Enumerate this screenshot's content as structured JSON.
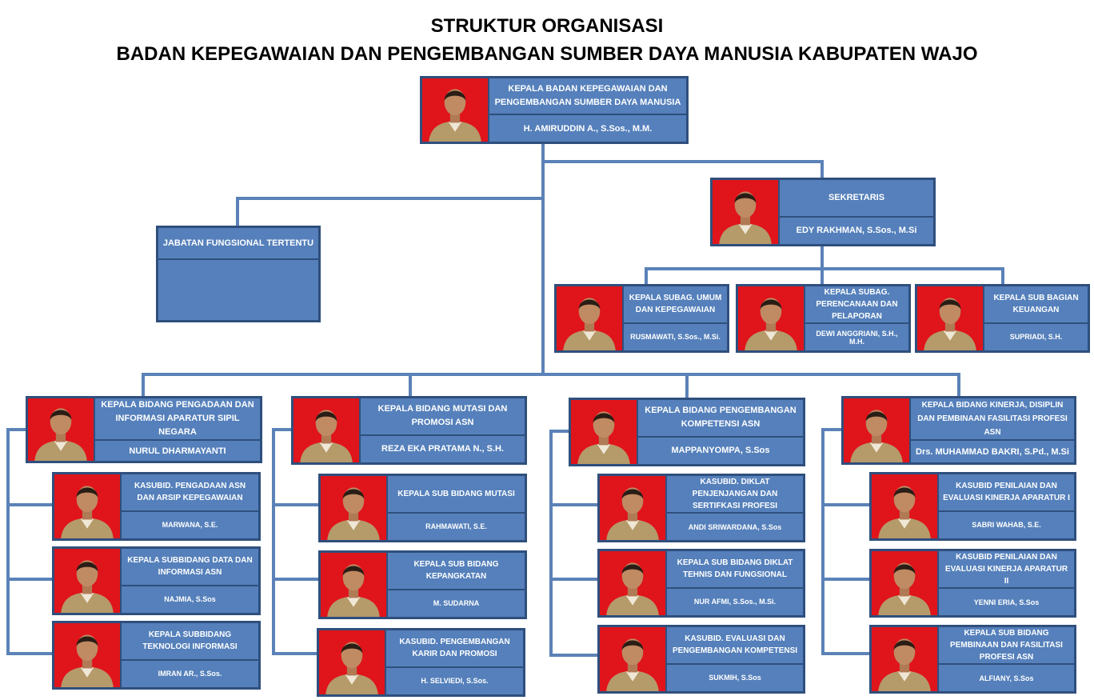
{
  "title": {
    "line1": "STRUKTUR ORGANISASI",
    "line2": "BADAN KEPEGAWAIAN DAN PENGEMBANGAN SUMBER DAYA MANUSIA KABUPATEN WAJO"
  },
  "head": {
    "position": "KEPALA BADAN KEPEGAWAIAN DAN PENGEMBANGAN SUMBER DAYA MANUSIA",
    "name": "H. AMIRUDDIN A., S.Sos., M.M."
  },
  "fungsional": {
    "position": "JABATAN FUNGSIONAL TERTENTU",
    "name": ""
  },
  "sekretaris": {
    "position": "SEKRETARIS",
    "name": "EDY RAKHMAN, S.Sos., M.Si"
  },
  "subbagian": [
    {
      "position": "KEPALA SUBAG. UMUM DAN KEPEGAWAIAN",
      "name": "RUSMAWATI, S.Sos., M.Si."
    },
    {
      "position": "KEPALA SUBAG. PERENCANAAN DAN PELAPORAN",
      "name": "DEWI ANGGRIANI, S.H., M.H."
    },
    {
      "position": "KEPALA SUB BAGIAN KEUANGAN",
      "name": "SUPRIADI, S.H."
    }
  ],
  "bidang": [
    {
      "head": {
        "position": "KEPALA BIDANG PENGADAAN DAN INFORMASI APARATUR SIPIL NEGARA",
        "name": "NURUL DHARMAYANTI"
      },
      "subs": [
        {
          "position": "KASUBID. PENGADAAN ASN DAN ARSIP KEPEGAWAIAN",
          "name": "MARWANA, S.E."
        },
        {
          "position": "KEPALA SUBBIDANG DATA DAN INFORMASI ASN",
          "name": "NAJMIA, S.Sos"
        },
        {
          "position": "KEPALA SUBBIDANG TEKNOLOGI INFORMASI",
          "name": "IMRAN AR., S.Sos."
        }
      ]
    },
    {
      "head": {
        "position": "KEPALA BIDANG MUTASI DAN PROMOSI ASN",
        "name": "REZA EKA PRATAMA N., S.H."
      },
      "subs": [
        {
          "position": "KEPALA SUB BIDANG MUTASI",
          "name": "RAHMAWATI, S.E."
        },
        {
          "position": "KEPALA SUB BIDANG KEPANGKATAN",
          "name": "M. SUDARNA"
        },
        {
          "position": "KASUBID. PENGEMBANGAN KARIR DAN PROMOSI",
          "name": "H. SELVIEDI, S.Sos."
        }
      ]
    },
    {
      "head": {
        "position": "KEPALA BIDANG PENGEMBANGAN KOMPETENSI ASN",
        "name": "MAPPANYOMPA, S.Sos"
      },
      "subs": [
        {
          "position": "KASUBID. DIKLAT PENJENJANGAN DAN SERTIFKASI PROFESI",
          "name": "ANDI SRIWARDANA, S.Sos"
        },
        {
          "position": "KEPALA SUB BIDANG DIKLAT TEHNIS DAN FUNGSIONAL",
          "name": "NUR AFMI, S.Sos., M.Si."
        },
        {
          "position": "KASUBID. EVALUASI DAN PENGEMBANGAN KOMPETENSI",
          "name": "SUKMIH, S.Sos"
        }
      ]
    },
    {
      "head": {
        "position": "KEPALA BIDANG KINERJA, DISIPLIN DAN PEMBINAAN FASILITASI PROFESI ASN",
        "name": "Drs. MUHAMMAD BAKRI, S.Pd., M.Si"
      },
      "subs": [
        {
          "position": "KASUBID PENILAIAN DAN EVALUASI KINERJA APARATUR I",
          "name": "SABRI WAHAB, S.E."
        },
        {
          "position": "KASUBID PENILAIAN DAN EVALUASI KINERJA APARATUR II",
          "name": "YENNI ERIA, S.Sos"
        },
        {
          "position": "KEPALA SUB BIDANG PEMBINAAN DAN FASILITASI PROFESI ASN",
          "name": "ALFIANY, S.Sos"
        }
      ]
    }
  ],
  "colors": {
    "box": "#5580bb",
    "border": "#2f4f7d",
    "line": "#5b82b8",
    "photo_bg": "#e0141b"
  }
}
